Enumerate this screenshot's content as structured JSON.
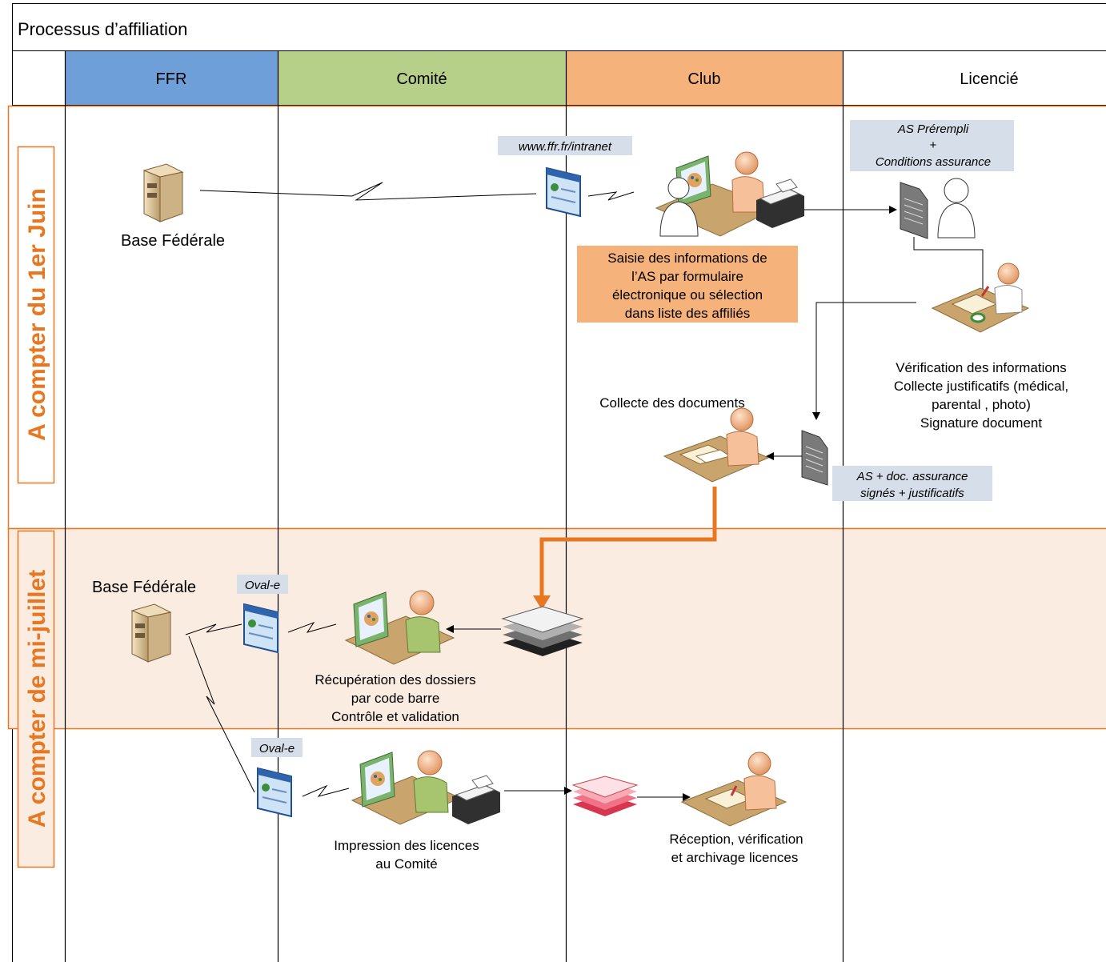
{
  "title": "Processus d’affiliation",
  "lanes": [
    {
      "label": "FFR",
      "color": "#6f9fd8"
    },
    {
      "label": "Comité",
      "color": "#b6d08a"
    },
    {
      "label": "Club",
      "color": "#f5b27a"
    },
    {
      "label": "Licencié",
      "color": "#ffffff"
    }
  ],
  "phases": [
    {
      "label": "A compter du 1er Juin",
      "fill": "#ffffff"
    },
    {
      "label": "A compter de mi-juillet",
      "fill": "#fbece2"
    }
  ],
  "phase1": {
    "base_label": "Base Fédérale",
    "url_tag": "www.ffr.fr/intranet",
    "saisie_lines": [
      "Saisie des informations de",
      "l’AS par formulaire",
      "électronique ou sélection",
      "dans liste des affiliés"
    ],
    "prefill_lines": [
      "AS Prérempli",
      "+",
      "Conditions assurance"
    ],
    "verif_lines": [
      "Vérification des informations",
      "Collecte justificatifs (médical,",
      "parental , photo)",
      "Signature document"
    ],
    "collecte_label": "Collecte des documents",
    "signed_lines": [
      "AS + doc. assurance",
      "signés + justificatifs"
    ]
  },
  "phase2": {
    "base_label": "Base Fédérale",
    "ovale_tag_1": "Oval-e",
    "ovale_tag_2": "Oval-e",
    "recup_lines": [
      "Récupération des dossiers",
      "par code barre",
      "Contrôle et validation"
    ],
    "impression_lines": [
      "Impression des licences",
      "au Comité"
    ],
    "reception_lines": [
      "Réception, vérification",
      "et archivage licences"
    ]
  },
  "colors": {
    "accent": "#e87722",
    "tag_bg": "#d6dfe9",
    "phase_border": "#e87722",
    "saisie_bg": "#f5b27a"
  }
}
